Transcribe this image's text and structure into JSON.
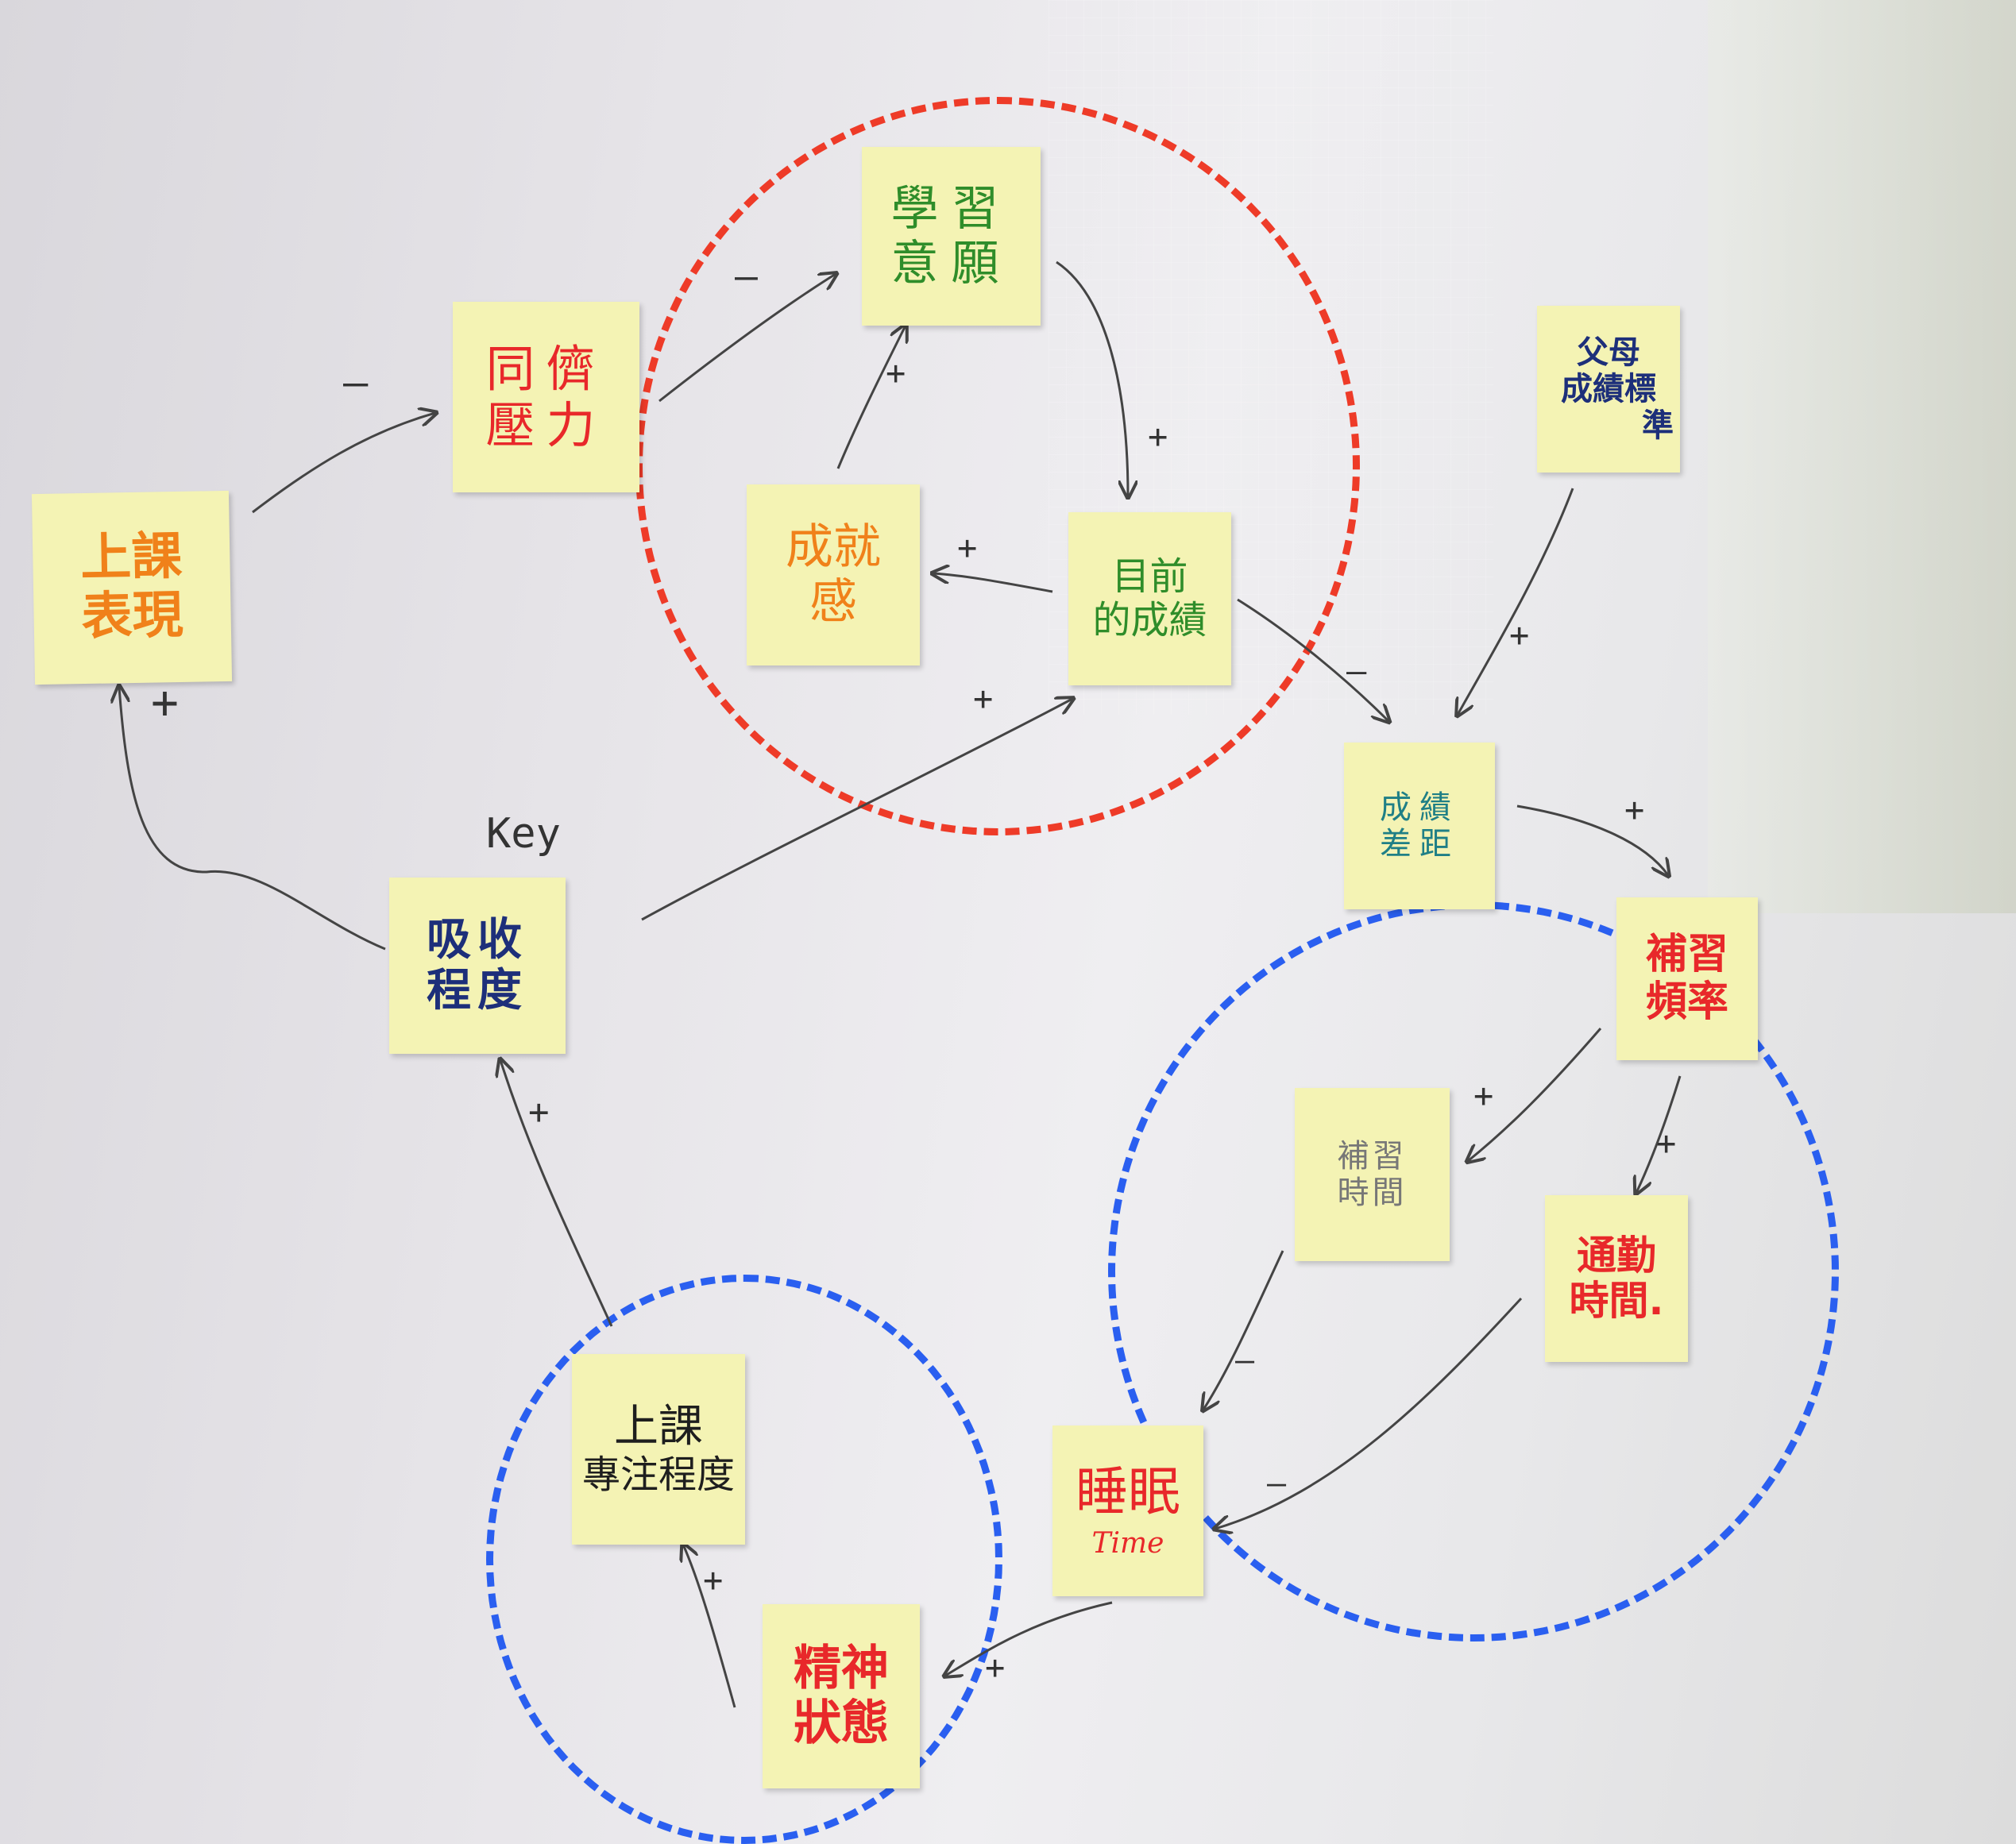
{
  "colors": {
    "note_bg": "#f4f3b4",
    "red_loop": "#ee3b28",
    "blue_loop": "#2a5ff0",
    "orange_text": "#f0811a",
    "red_text": "#e8282a",
    "green_text": "#2f8d2a",
    "navy_text": "#1d2f7a",
    "arrow": "#444444"
  },
  "notes": {
    "class_performance": [
      "上課",
      "表現"
    ],
    "peer_pressure": [
      "同儕",
      "壓力"
    ],
    "learning_willingness": [
      "學習",
      "意願"
    ],
    "sense_of_achievement": [
      "成就",
      "感"
    ],
    "current_grades": [
      "目前",
      "的成績"
    ],
    "parent_standard": [
      "父母",
      "成績標",
      "準"
    ],
    "grade_gap": [
      "成績",
      "差距"
    ],
    "absorption": [
      "吸收",
      "程度"
    ],
    "cram_frequency": [
      "補習",
      "頻率"
    ],
    "cram_time": [
      "補習",
      "時間"
    ],
    "commute_time": [
      "通勤",
      "時間."
    ],
    "sleep": [
      "睡眠"
    ],
    "sleep_sub": "Time",
    "class_focus": [
      "上課",
      "專注程度"
    ],
    "mental_state": [
      "精神",
      "狀態"
    ]
  },
  "annotations": {
    "key": "Key",
    "plus": "+",
    "minus": "—"
  }
}
